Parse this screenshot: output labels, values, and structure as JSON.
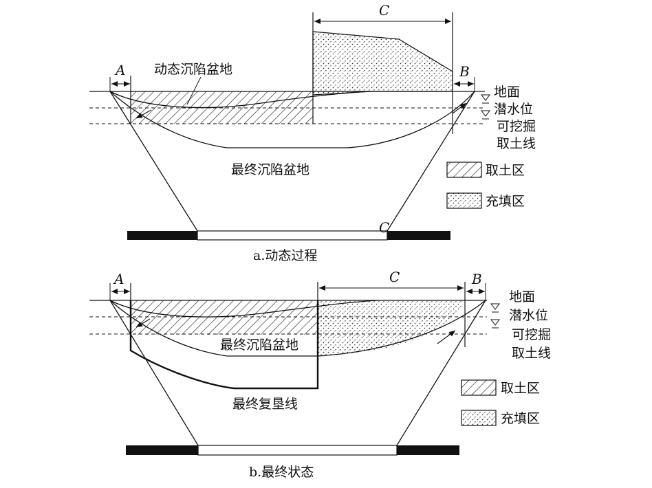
{
  "panel_a": {
    "dim_a": "A",
    "dim_b": "B",
    "dim_c": "C",
    "label_dynamic_basin": "动态沉陷盆地",
    "label_final_basin": "最终沉陷盆地",
    "label_ground": "地面",
    "label_water_table": "潜水位",
    "label_dig_line_1": "可挖掘",
    "label_dig_line_2": "取土线",
    "label_point_c": "C",
    "caption": "a.动态过程"
  },
  "panel_b": {
    "dim_a": "A",
    "dim_b": "B",
    "dim_c": "C",
    "label_final_basin": "最终沉陷盆地",
    "label_final_reclaim": "最终复垦线",
    "label_ground": "地面",
    "label_water_table": "潜水位",
    "label_dig_line_1": "可挖掘",
    "label_dig_line_2": "取土线",
    "caption": "b.最终状态"
  },
  "legend": {
    "borrow_area": "取土区",
    "fill_area": "充填区"
  }
}
